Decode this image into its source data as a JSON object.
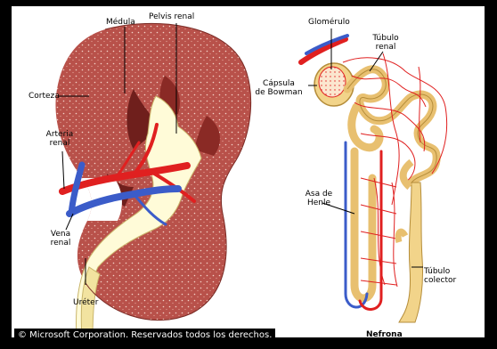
{
  "labels": {
    "medula": "Médula",
    "pelvis_renal": "Pelvis renal",
    "corteza": "Corteza",
    "arteria_renal_1": "Arteria",
    "arteria_renal_2": "renal",
    "vena_renal_1": "Vena",
    "vena_renal_2": "renal",
    "ureter": "Uréter",
    "glomerulo": "Glomérulo",
    "tubulo_renal_1": "Túbulo",
    "tubulo_renal_2": "renal",
    "capsula_bowman_1": "Cápsula",
    "capsula_bowman_2": "de Bowman",
    "asa_henle_1": "Asa de",
    "asa_henle_2": "Henle",
    "tubulo_colector_1": "Túbulo",
    "tubulo_colector_2": "colector",
    "nefrona": "Nefrona"
  },
  "copyright": "© Microsoft Corporation. Reservados todos los derechos.",
  "colors": {
    "kidney": "#b8514a",
    "kidney_dark": "#6f1f1c",
    "pelvis": "#fffbd8",
    "artery": "#e02020",
    "vein": "#3b5cc9",
    "tubule": "#e8c070"
  }
}
